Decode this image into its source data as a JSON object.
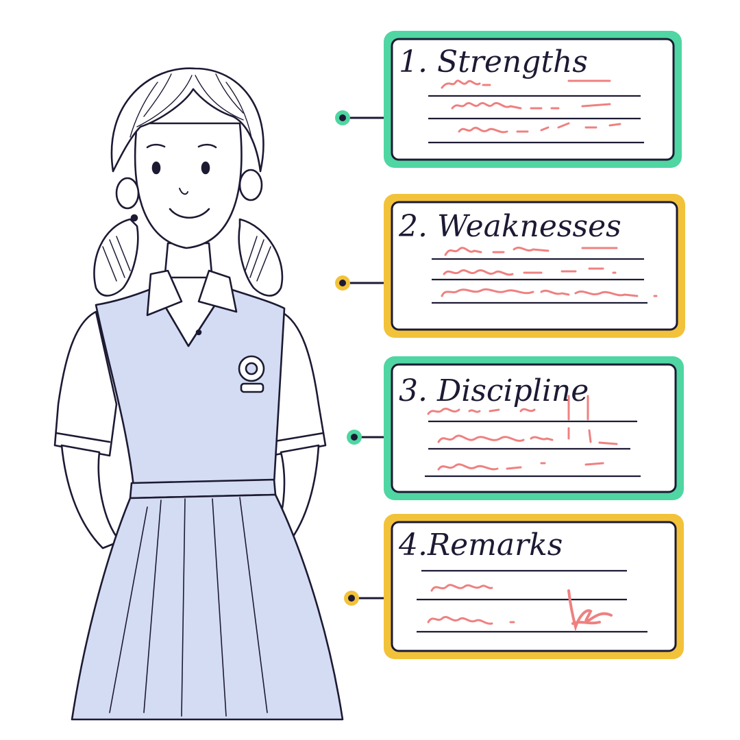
{
  "colors": {
    "ink": "#1c1a33",
    "uniform": "#d3dcf2",
    "scribble": "#ef8080",
    "green": "#4fd6a2",
    "yellow": "#f2c23a",
    "skin": "#ffffff"
  },
  "cards": [
    {
      "title": "1. Strengths",
      "accent": "green"
    },
    {
      "title": "2. Weaknesses",
      "accent": "yellow"
    },
    {
      "title": "3. Discipline",
      "accent": "green"
    },
    {
      "title": "4.Remarks",
      "accent": "yellow"
    }
  ],
  "illustration": {
    "subject": "student-in-uniform",
    "badge_icon": "school-badge-icon",
    "signature_icon": "signature-scribble-icon"
  }
}
